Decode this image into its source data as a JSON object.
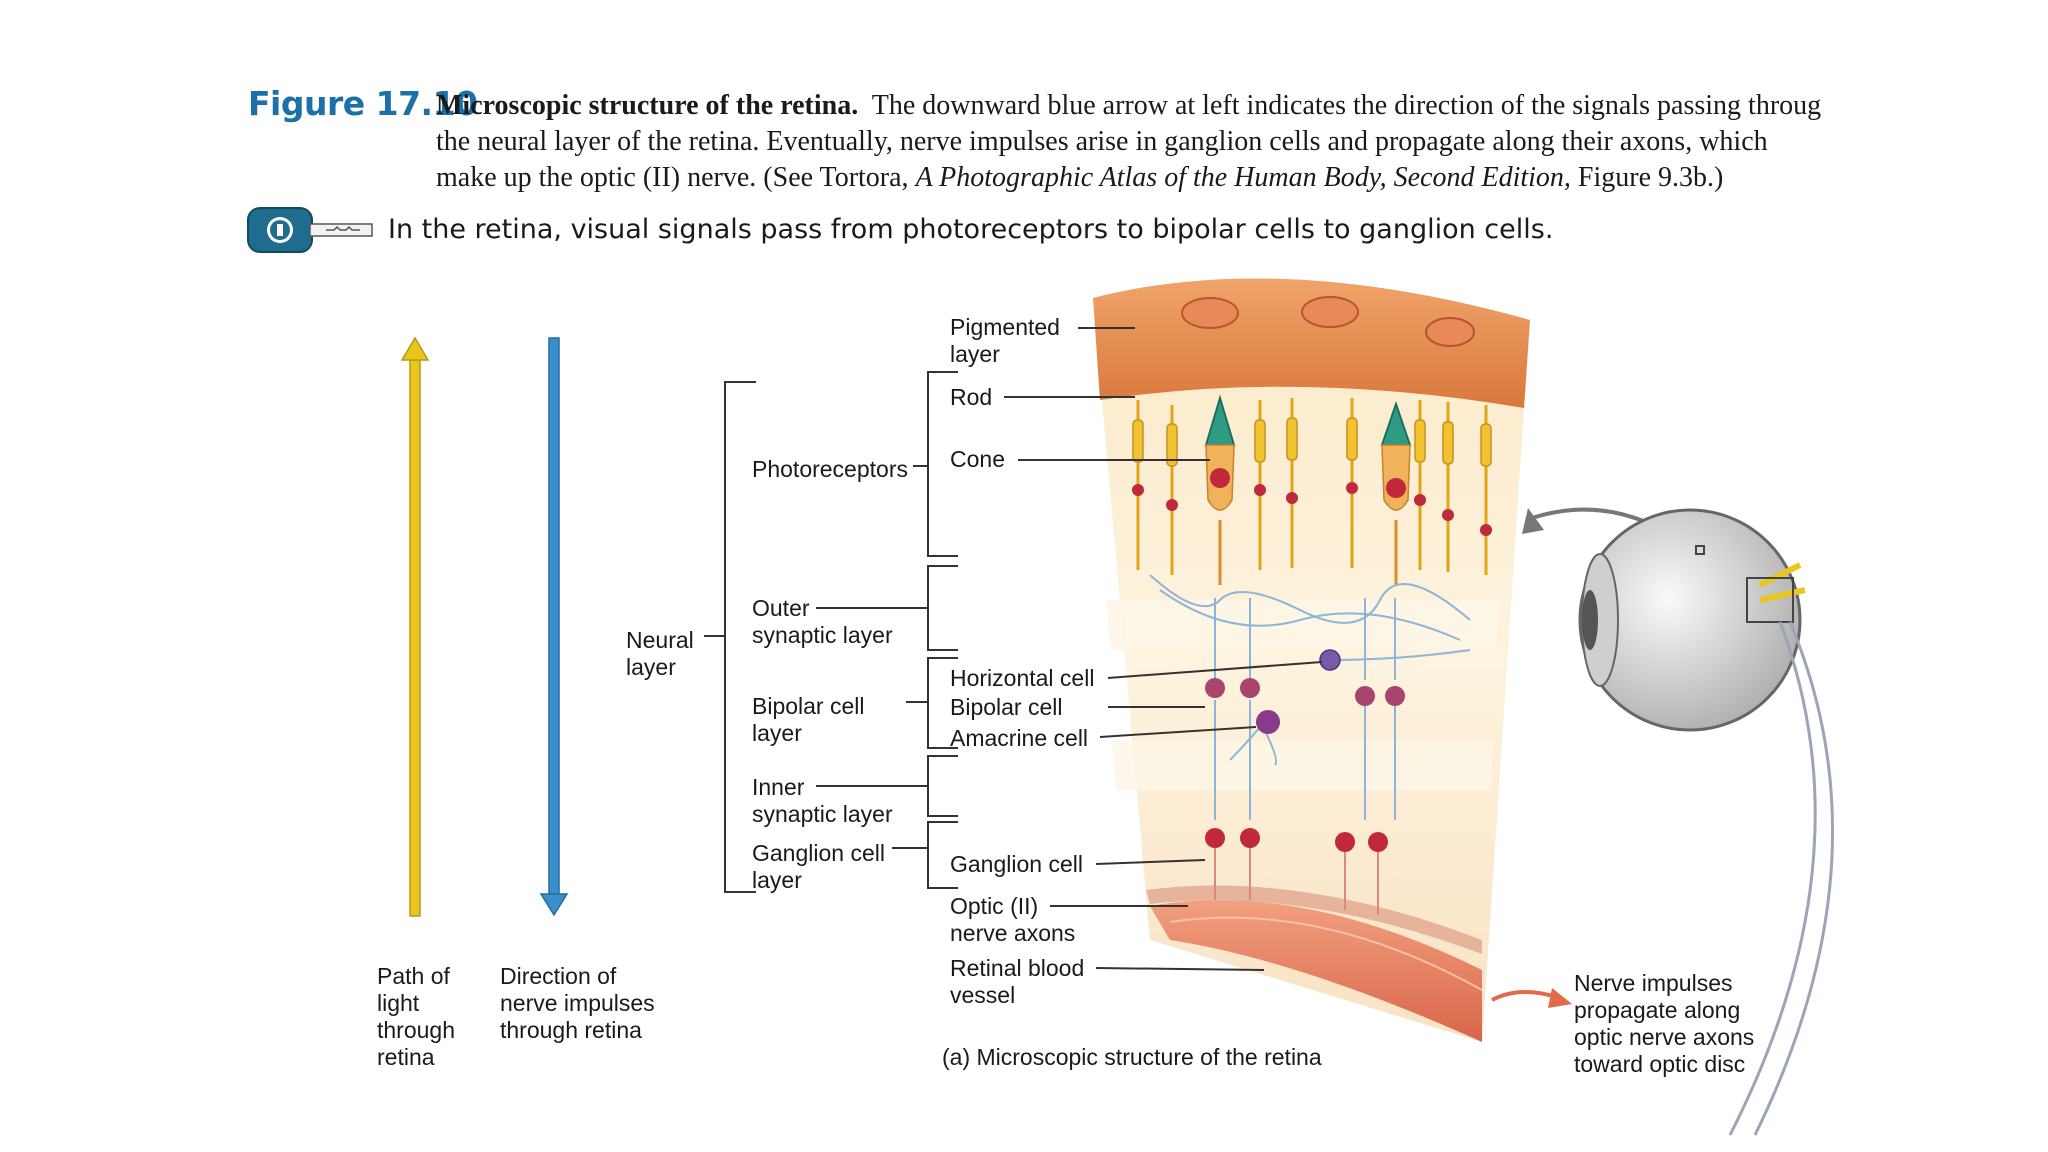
{
  "figure": {
    "number": "Figure 17.10",
    "title": "Microscopic structure of the retina.",
    "caption_line1": "The downward blue arrow at left indicates the direction of the signals passing throug",
    "caption_line2": "the neural layer of the retina. Eventually, nerve impulses arise in ganglion cells and propagate along their axons, which",
    "caption_line3a": "make up the optic (II) nerve. (See Tortora, ",
    "caption_book": "A Photographic Atlas of the Human Body, Second Edition,",
    "caption_line3b": " Figure 9.3b.)"
  },
  "key_concept": {
    "icon": "key-icon",
    "text": "In the retina, visual signals pass from photoreceptors to bipolar cells to ganglion cells."
  },
  "arrows": {
    "light": {
      "color": "#e8c61e",
      "label_lines": [
        "Path of",
        "light",
        "through",
        "retina"
      ]
    },
    "impulse": {
      "color": "#3b8fc9",
      "label_lines": [
        "Direction of",
        "nerve impulses",
        "through retina"
      ]
    }
  },
  "layers": {
    "neural": [
      "Neural",
      "layer"
    ],
    "photoreceptors": "Photoreceptors",
    "outer_synaptic": [
      "Outer",
      "synaptic layer"
    ],
    "bipolar_layer": [
      "Bipolar cell",
      "layer"
    ],
    "inner_synaptic": [
      "Inner",
      "synaptic layer"
    ],
    "ganglion_layer": [
      "Ganglion cell",
      "layer"
    ]
  },
  "structures": {
    "pigmented": [
      "Pigmented",
      "layer"
    ],
    "rod": "Rod",
    "cone": "Cone",
    "horizontal": "Horizontal cell",
    "bipolar": "Bipolar cell",
    "amacrine": "Amacrine cell",
    "ganglion": "Ganglion cell",
    "optic": [
      "Optic (II)",
      "nerve axons"
    ],
    "vessel": [
      "Retinal blood",
      "vessel"
    ]
  },
  "subcaption": "(a) Microscopic structure of the retina",
  "nerve_note": [
    "Nerve impulses",
    "propagate along",
    "optic nerve axons",
    "toward optic disc"
  ],
  "colors": {
    "figure_label": "#1d6fa8",
    "pigment": "#e08a4c",
    "cell_body": "#c0283c",
    "fiber": "#8fb4d9",
    "vessel": "#e07a5a"
  }
}
